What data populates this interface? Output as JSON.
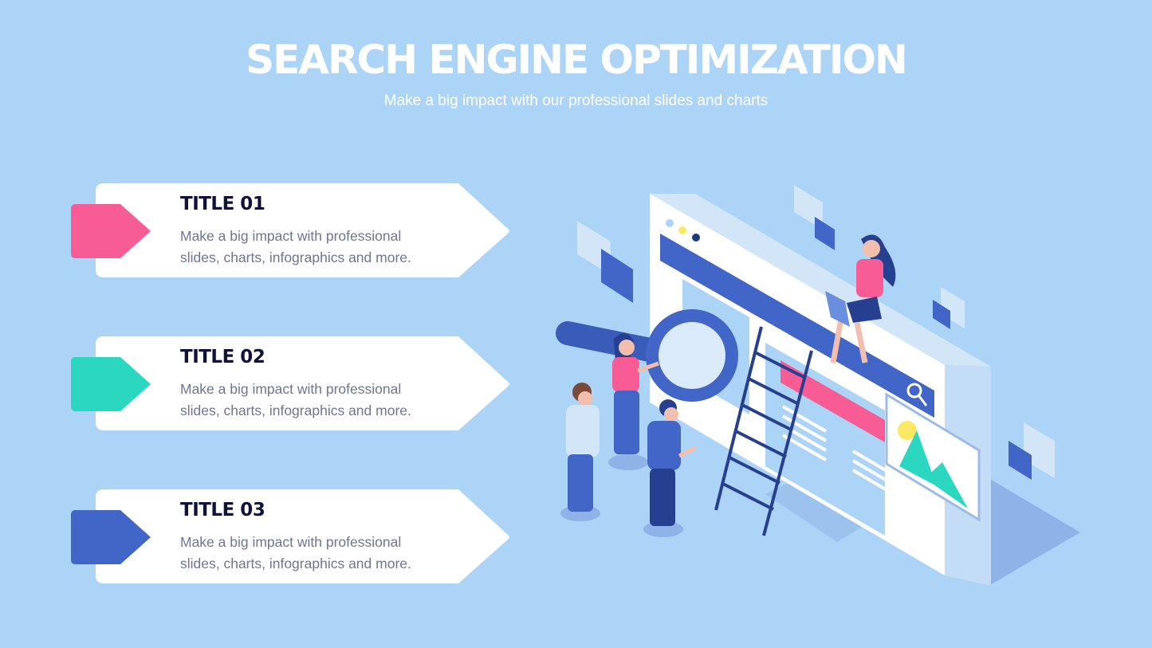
{
  "header": {
    "title": "SEARCH ENGINE OPTIMIZATION",
    "subtitle": "Make a big impact with our professional slides and charts"
  },
  "items": [
    {
      "title": "TITLE 01",
      "line1": "Make a big impact with professional",
      "line2": "slides, charts, infographics and more.",
      "color": "#f75d94"
    },
    {
      "title": "TITLE 02",
      "line1": "Make a big impact with professional",
      "line2": "slides, charts, infographics and more.",
      "color": "#2bd8bf"
    },
    {
      "title": "TITLE 03",
      "line1": "Make a big impact with professional",
      "line2": "slides, charts, infographics and more.",
      "color": "#4166c7"
    }
  ],
  "colors": {
    "background": "#acd4f6",
    "primary": "#4166c7",
    "pink": "#f75d94",
    "teal": "#2bd8bf",
    "dark": "#10123b"
  }
}
